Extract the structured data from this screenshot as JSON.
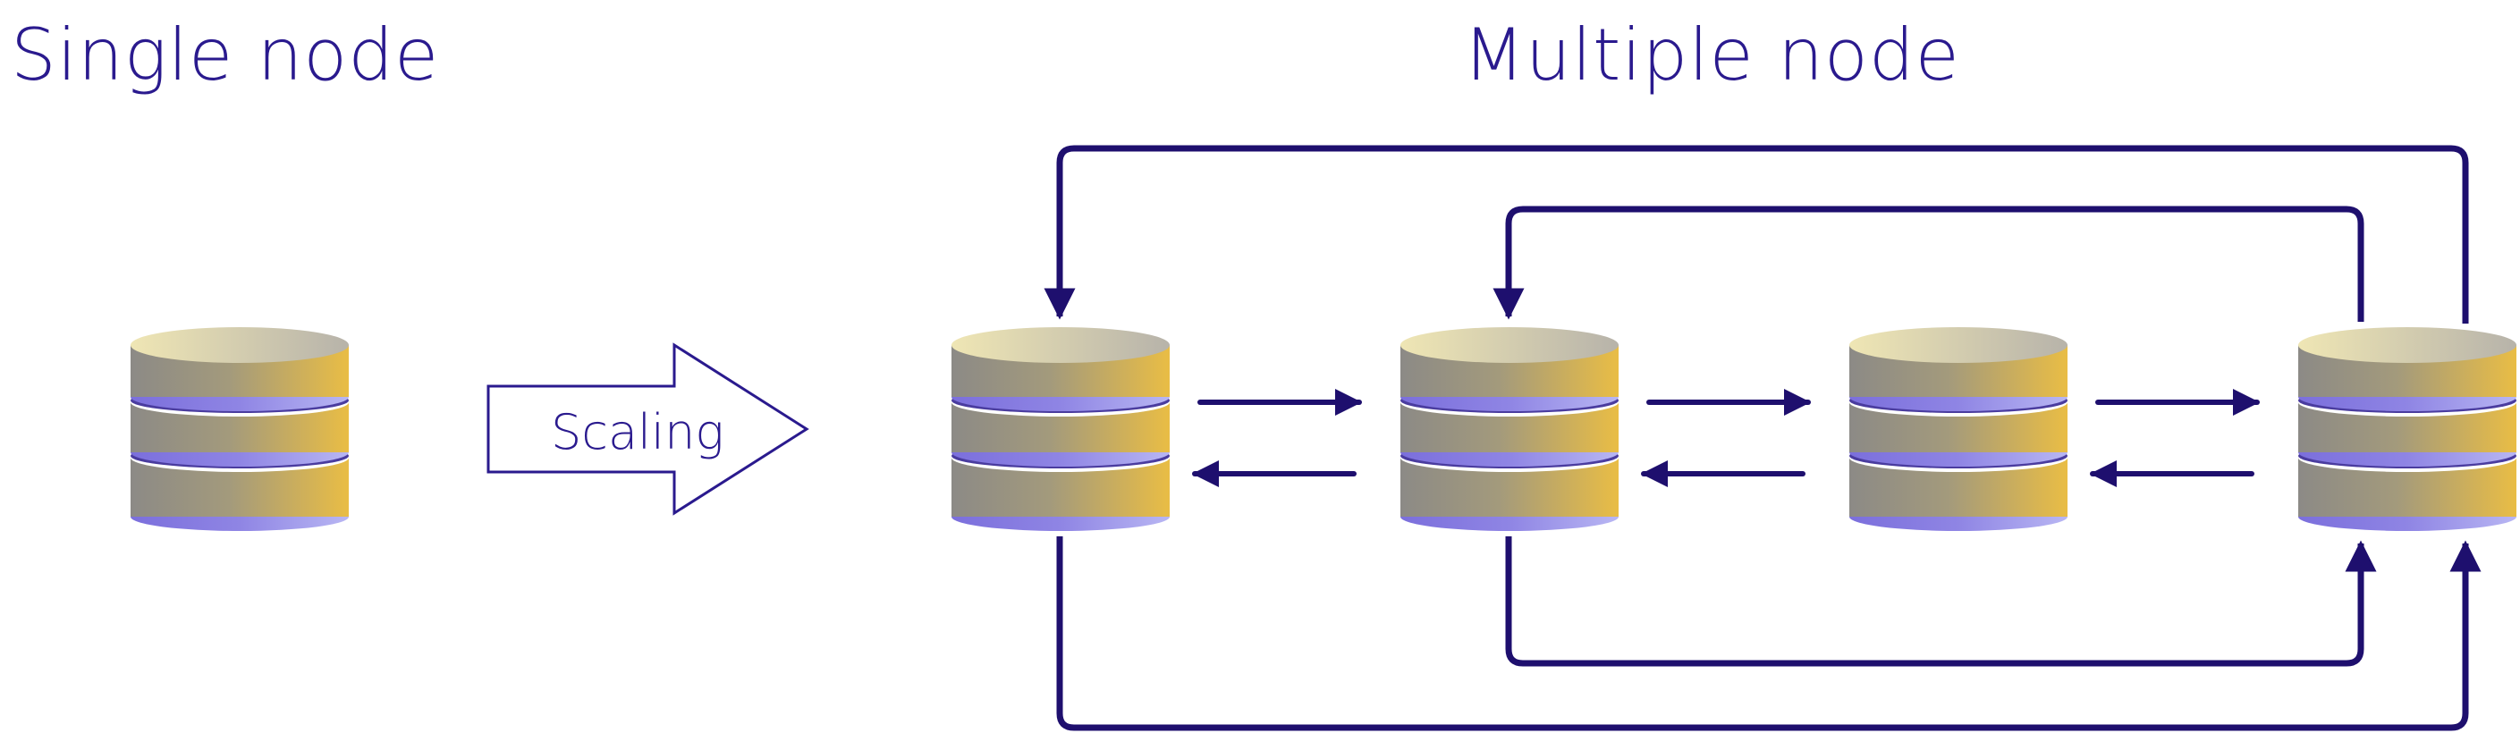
{
  "titles": {
    "single": "Single node",
    "multiple": "Multiple node"
  },
  "scaling_arrow": {
    "label": "Scaling"
  },
  "colors": {
    "ink": "#2a1a8e",
    "connector": "#1e0f6e",
    "disk_top_light": "#eee6b8",
    "disk_top_dark": "#b9b4a8",
    "disk_side_gray": "#8c8a86",
    "disk_side_gold": "#e9bd45",
    "disk_base_purple": "#7f72de",
    "disk_base_light": "#b6b4f2"
  }
}
